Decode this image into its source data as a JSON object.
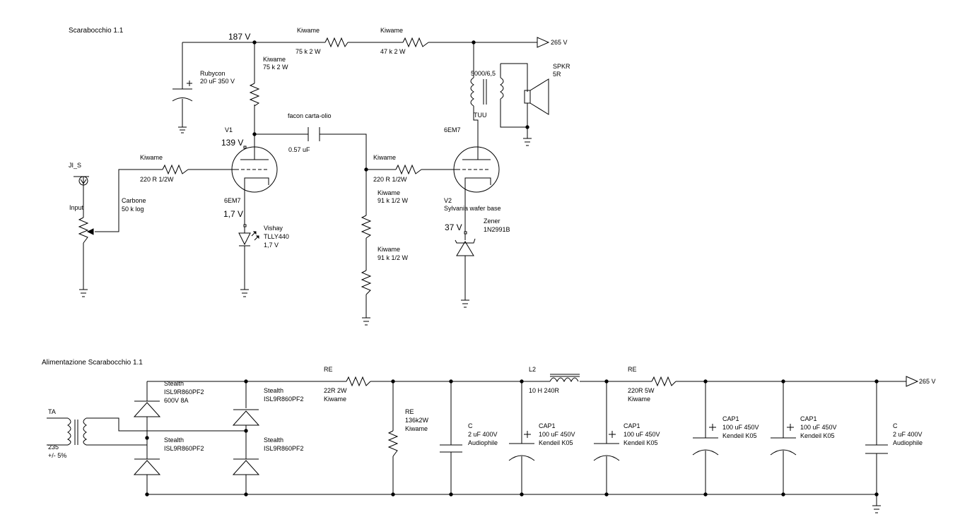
{
  "titles": {
    "amp": "Scarabocchio 1.1",
    "psu": "Alimentazione Scarabocchio 1.1"
  },
  "amp": {
    "v187": "187 V",
    "v265_top": "265 V",
    "r_top1_brand": "Kiwame",
    "r_top1_value": "75 k 2 W",
    "r_top2_brand": "Kiwame",
    "r_top2_value": "47 k 2 W",
    "r_plate_brand": "Kiwame",
    "r_plate_value": "75 k 2 W",
    "c_rubycon_brand": "Rubycon",
    "c_rubycon_value": "20 uF 350 V",
    "cap_coupling_brand": "facon carta-olio",
    "cap_coupling_value": "0.57 uF",
    "v1_name": "V1",
    "v1_plate_v": "139 V",
    "v1_type": "6EM7",
    "v1_cathode_v": "1,7 V",
    "led_brand": "Vishay",
    "led_model": "TLLY440",
    "led_v": "1,7 V",
    "jack_name": "JI_S",
    "pot_label": "Input",
    "pot_brand": "Carbone",
    "pot_value": "50 k log",
    "r_in_brand": "Kiwame",
    "r_in_value": "220 R 1/2W",
    "r_grid2_brand": "Kiwame",
    "r_grid2_value": "220 R 1/2W",
    "r_div1_brand": "Kiwame",
    "r_div1_value": "91 k 1/2 W",
    "r_div2_brand": "Kiwame",
    "r_div2_value": "91 k 1/2 W",
    "v2_type": "6EM7",
    "v2_name": "V2",
    "v2_desc": "Sylvania wafer base",
    "zener_label": "Zener",
    "zener_model": "1N2991B",
    "v2_cathode_v": "37 V",
    "ot_ratio": "5000/6,5",
    "ot_brand": "TUU",
    "spkr_name": "SPKR",
    "spkr_value": "5R"
  },
  "psu": {
    "ta_name": "TA",
    "ta_v": "235",
    "ta_tol": "+/- 5%",
    "d1_brand": "Stealth",
    "d1_model": "ISL9R860PF2",
    "d1_spec": "600V 8A",
    "d2_brand": "Stealth",
    "d2_model": "ISL9R860PF2",
    "d3_brand": "Stealth",
    "d3_model": "ISL9R860PF2",
    "d4_brand": "Stealth",
    "d4_model": "ISL9R860PF2",
    "re1_name": "RE",
    "re1_value": "22R 2W",
    "re1_brand": "Kiwame",
    "re2_name": "RE",
    "re2_value": "136k2W",
    "re2_brand": "Kiwame",
    "c1_name": "C",
    "c1_value": "2 uF 400V",
    "c1_brand": "Audiophile",
    "cap1_name": "CAP1",
    "cap1_value": "100 uF 450V",
    "cap1_brand": "Kendeil K05",
    "l2_name": "L2",
    "l2_value": "10 H 240R",
    "cap2_name": "CAP1",
    "cap2_value": "100 uF 450V",
    "cap2_brand": "Kendeil K05",
    "re3_name": "RE",
    "re3_value": "220R 5W",
    "re3_brand": "Kiwame",
    "cap3_name": "CAP1",
    "cap3_value": "100 uF 450V",
    "cap3_brand": "Kendeil K05",
    "cap4_name": "CAP1",
    "cap4_value": "100 uF 450V",
    "cap4_brand": "Kendeil K05",
    "c2_name": "C",
    "c2_value": "2 uF 400V",
    "c2_brand": "Audiophile",
    "v265": "265 V"
  }
}
